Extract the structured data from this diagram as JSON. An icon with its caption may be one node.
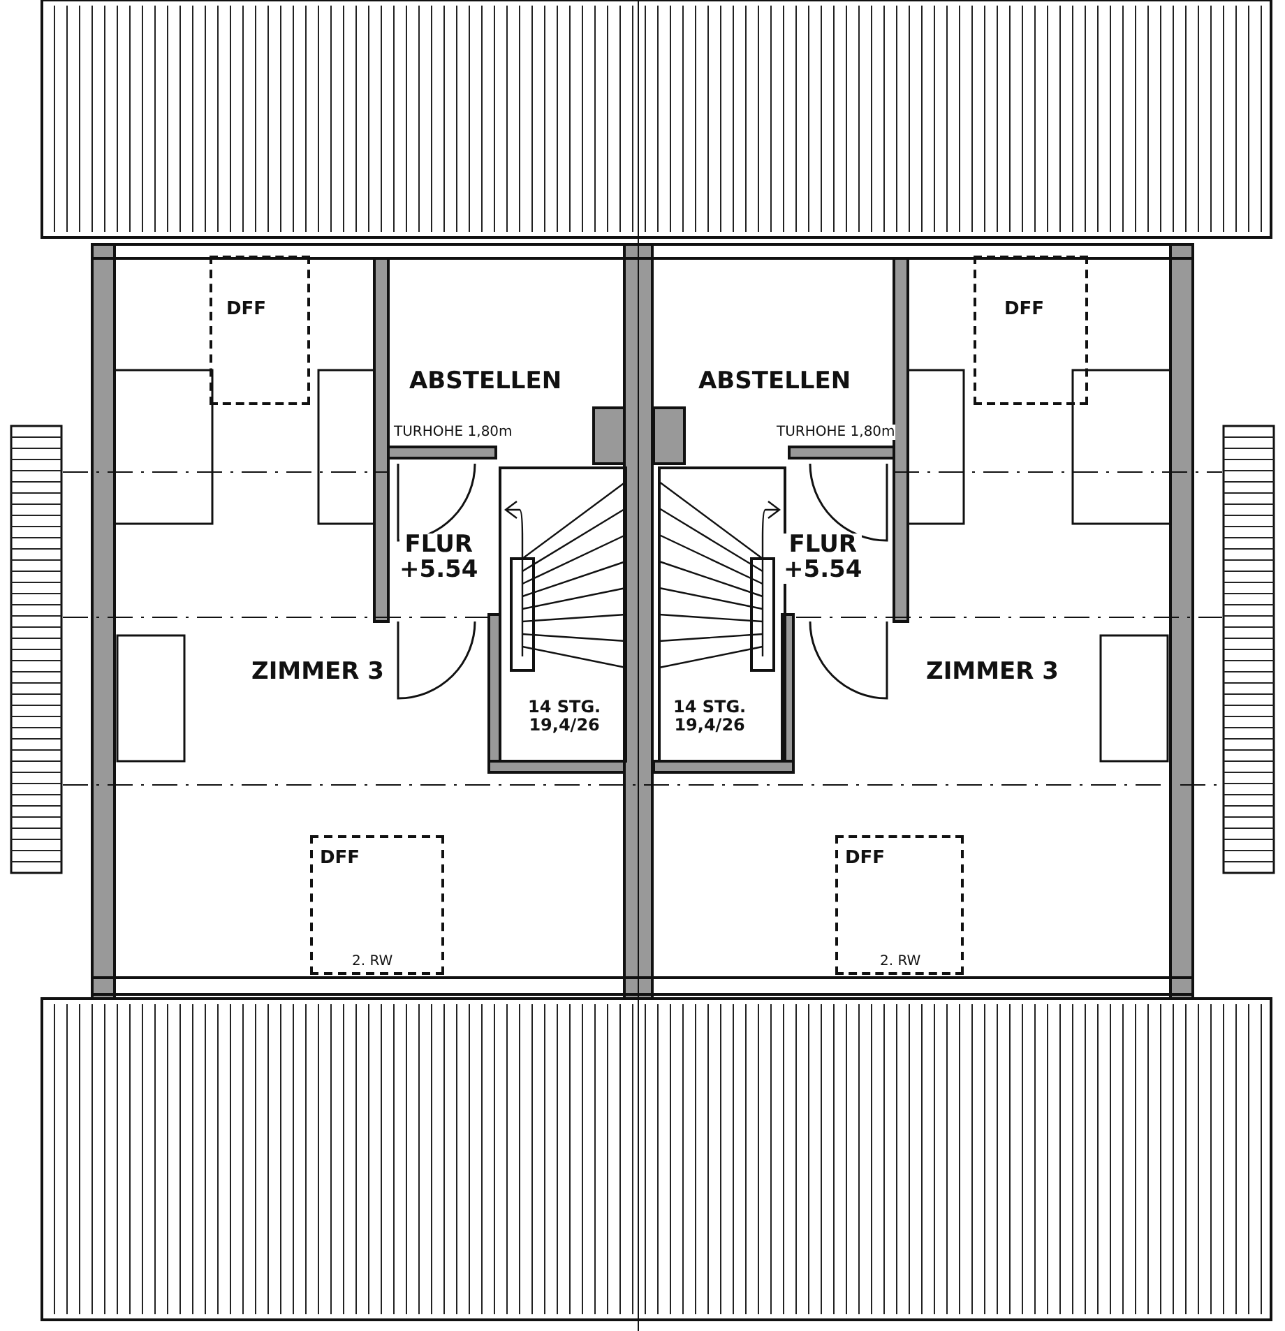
{
  "diagram": {
    "nodes": [
      {
        "text": [
          "ZIMMER 3"
        ]
      },
      {
        "text": [
          "DFF"
        ]
      },
      {
        "text": [
          "ABSTELLEN"
        ]
      },
      {
        "text": [
          "ABSTELLEN"
        ]
      },
      {
        "text": [
          "ZIMMER 3"
        ]
      },
      {
        "text": [
          "DFF"
        ]
      },
      {
        "text": [
          "FLUR",
          "+5.54"
        ]
      },
      {
        "text": [
          "14 STG.",
          "19,4/26"
        ]
      },
      {
        "text": [
          "14 STG.",
          "19,4/26"
        ]
      },
      {
        "text": [
          "FLUR",
          "+5.54"
        ]
      },
      {
        "text": [
          "DFF"
        ]
      },
      {
        "text": [
          "DFF"
        ]
      }
    ],
    "labels": [
      "TURHOHE 1,80m",
      "TURHOHE 1,80m",
      "2. RW",
      "2. RW"
    ]
  }
}
